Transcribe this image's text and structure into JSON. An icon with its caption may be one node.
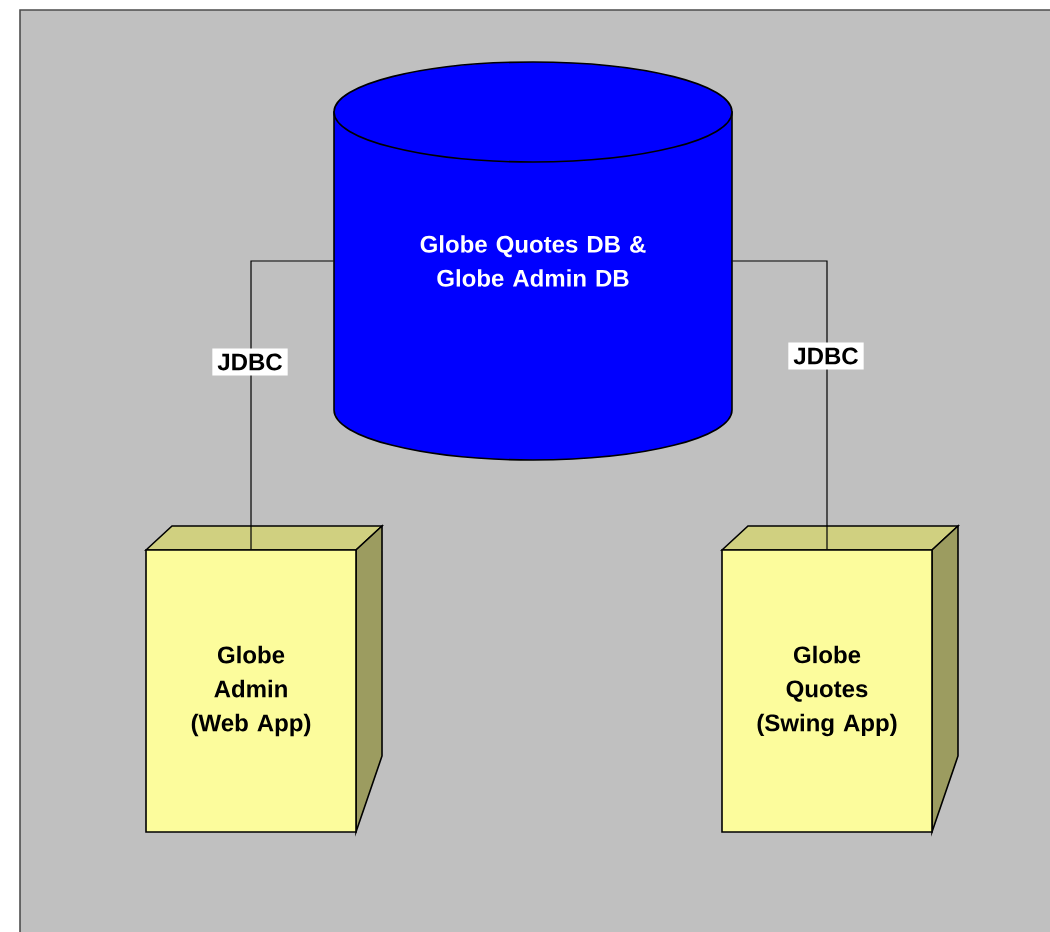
{
  "diagram": {
    "nodes": [
      {
        "text": [
          "Globe Quotes DB & Globe Admin DB"
        ]
      },
      {
        "text": [
          "Globe Admin (Web App)"
        ]
      },
      {
        "text": [
          "Globe Quotes (Swing App)"
        ]
      }
    ],
    "edges": [
      {
        "from": 0,
        "to": 1,
        "arrow": "none",
        "label": "JDBC"
      },
      {
        "from": 0,
        "to": 2,
        "arrow": "none",
        "label": "JDBC"
      }
    ]
  }
}
